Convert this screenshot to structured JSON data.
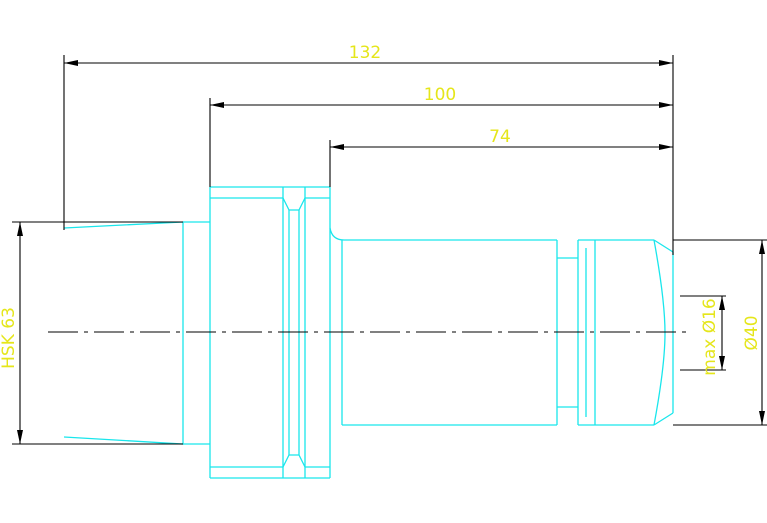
{
  "dimensions": {
    "overall_length": "132",
    "body_length": "100",
    "shank_length": "74",
    "interface": "HSK 63",
    "max_bore": "max Ø16",
    "outer_diameter": "Ø40"
  },
  "colors": {
    "background": "#ffffff",
    "geometry": "#19e6ec",
    "dimension_lines": "#000000",
    "dimension_text": "#e5e61a"
  }
}
